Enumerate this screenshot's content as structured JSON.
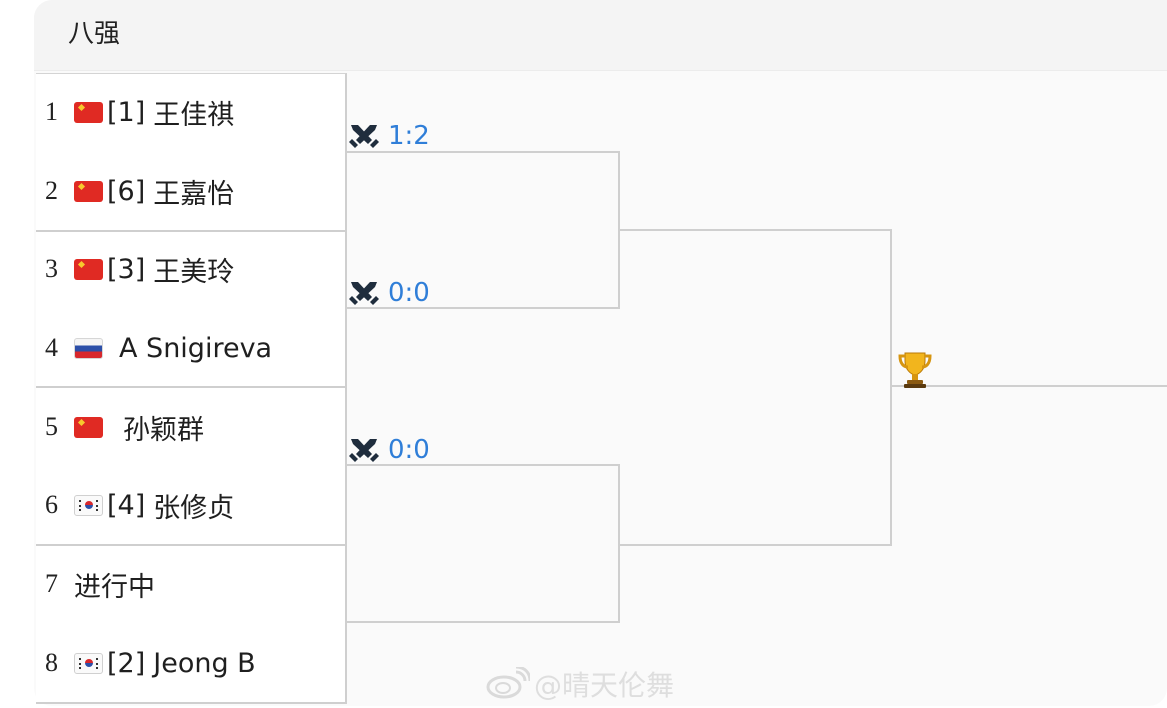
{
  "header": {
    "title": "八强"
  },
  "players": [
    {
      "slot": "1",
      "seed": "[1]",
      "name": "王佳祺",
      "flag": "cn"
    },
    {
      "slot": "2",
      "seed": "[6]",
      "name": "王嘉怡",
      "flag": "cn"
    },
    {
      "slot": "3",
      "seed": "[3]",
      "name": "王美玲",
      "flag": "cn"
    },
    {
      "slot": "4",
      "seed": "",
      "name": "A Snigireva",
      "flag": "ru"
    },
    {
      "slot": "5",
      "seed": "",
      "name": "孙颖群",
      "flag": "cn"
    },
    {
      "slot": "6",
      "seed": "[4]",
      "name": "张修贞",
      "flag": "kr"
    },
    {
      "slot": "7",
      "seed": "",
      "name": "进行中",
      "flag": ""
    },
    {
      "slot": "8",
      "seed": "[2]",
      "name": "Jeong B",
      "flag": "kr"
    }
  ],
  "matches": [
    {
      "score": "1:2",
      "icon": "swords-icon"
    },
    {
      "score": "0:0",
      "icon": "swords-icon"
    },
    {
      "score": "0:0",
      "icon": "swords-icon"
    }
  ],
  "final": {
    "icon": "trophy-icon"
  },
  "watermark": {
    "text": "@晴天伦舞",
    "icon": "weibo-icon"
  },
  "colors": {
    "score": "#2f7ed8",
    "china_flag": "#e02a23",
    "bracket_line": "#cfcfcf",
    "watermark": "#dddddd"
  }
}
